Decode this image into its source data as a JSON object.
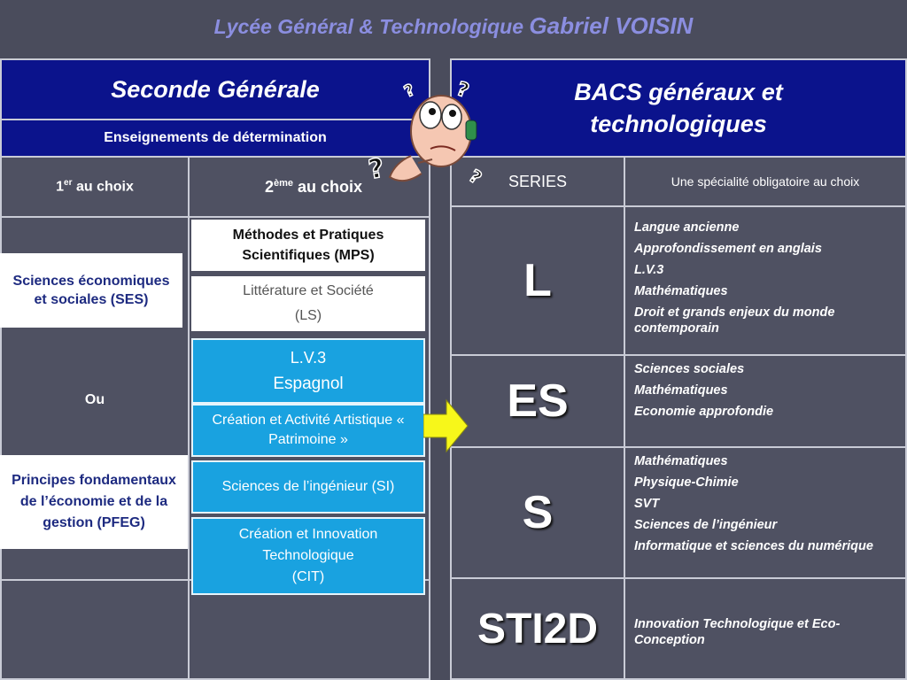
{
  "header": {
    "title_a": "Lycée Général & Technologique",
    "title_b": "Gabriel VOISIN"
  },
  "seconde": {
    "title": "Seconde Générale",
    "subtitle": "Enseignements de détermination",
    "col1": {
      "num": "1",
      "sup": "er",
      "rest": " au choix"
    },
    "col2": {
      "num": "2",
      "sup": "ème",
      "rest": " au choix"
    },
    "ses": "Sciences économiques et sociales (SES)",
    "ou": "Ou",
    "pfeg": "Principes fondamentaux de l’économie et de la gestion (PFEG)",
    "mps": "Méthodes et Pratiques Scientifiques (MPS)",
    "ls_line1": "Littérature et Société",
    "ls_line2": "(LS)",
    "lv3_line1": "L.V.3",
    "lv3_line2": "Espagnol",
    "cap": "Création et Activité Artistique « Patrimoine »",
    "si": "Sciences de l’ingénieur (SI)",
    "cit_line1": "Création et Innovation Technologique",
    "cit_line2": "(CIT)"
  },
  "bacs": {
    "title": "BACS  généraux et technologiques",
    "series_label": "SERIES",
    "spec_label": "Une spécialité obligatoire au choix",
    "rows": [
      {
        "serie": "L",
        "items": [
          "Langue ancienne",
          "Approfondissement en anglais",
          "L.V.3",
          "Mathématiques",
          "Droit et grands enjeux du monde contemporain"
        ]
      },
      {
        "serie": "ES",
        "items": [
          "Sciences sociales",
          "Mathématiques",
          "Economie approfondie"
        ]
      },
      {
        "serie": "S",
        "items": [
          "Mathématiques",
          "Physique-Chimie",
          "SVT",
          "Sciences de l’ingénieur",
          "Informatique et sciences du numérique"
        ]
      },
      {
        "serie": "STI2D",
        "items": [
          "Innovation Technologique et Eco-Conception"
        ]
      }
    ]
  },
  "colors": {
    "accent": "#0b138c",
    "option_blue": "#19a2e0",
    "arrow_yellow": "#f7f71a"
  },
  "icons": {
    "mascot": "thinking-face-icon",
    "arrow": "arrow-right-icon"
  }
}
